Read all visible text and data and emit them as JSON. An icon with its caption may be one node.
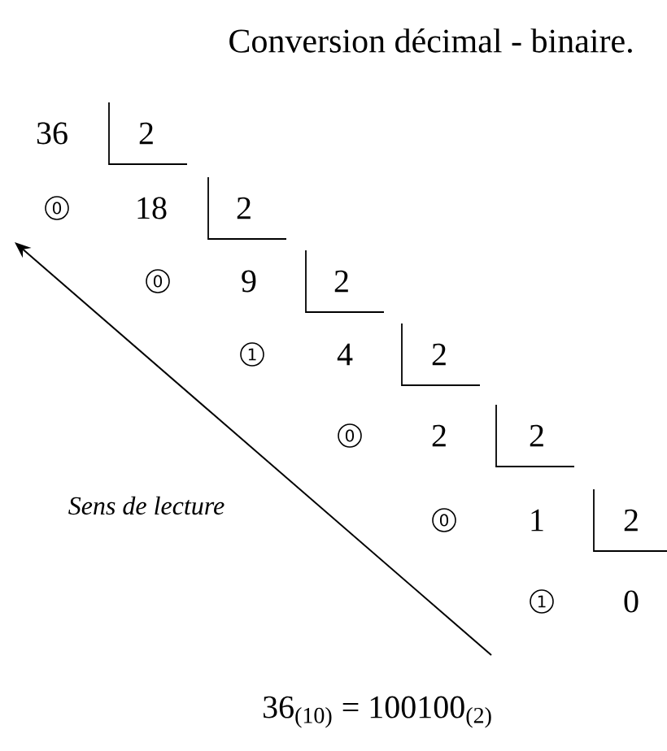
{
  "diagram": {
    "title": "Conversion décimal - binaire.",
    "labels": [
      "36",
      "2",
      "0",
      "18",
      "2",
      "0",
      "9",
      "2",
      "1",
      "4",
      "2",
      "0",
      "2",
      "2",
      "Sens de lecture",
      "0",
      "1",
      "2",
      "1",
      "0",
      "36$_{(10)}$ = 100100$_{(2)}$"
    ]
  }
}
